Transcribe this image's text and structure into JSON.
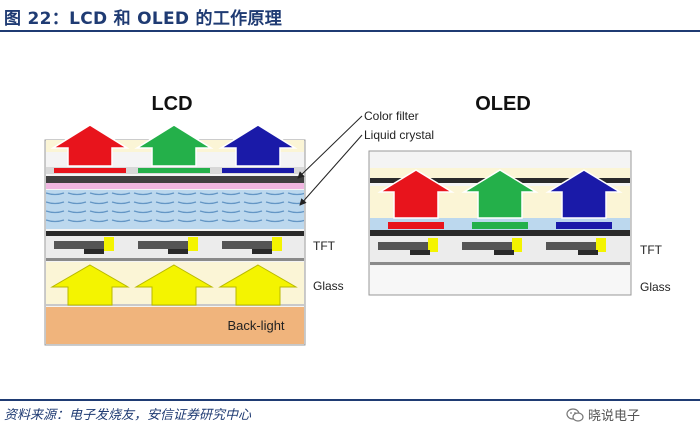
{
  "figure": {
    "title": "图 22：LCD 和 OLED 的工作原理",
    "source": "资料来源：电子发烧友，安信证券研究中心"
  },
  "watermark": {
    "text": "晓说电子",
    "icon": "wechat-icon"
  },
  "lcd": {
    "title": "LCD",
    "labels": {
      "color_filter": "Color filter",
      "liquid_crystal": "Liquid crystal",
      "tft": "TFT",
      "glass": "Glass",
      "backlight": "Back-light"
    }
  },
  "oled": {
    "title": "OLED",
    "labels": {
      "tft": "TFT",
      "glass": "Glass"
    }
  },
  "colors": {
    "red": "#e8141c",
    "green": "#24b04a",
    "blue": "#1a1aa8",
    "yellow": "#f4f400",
    "liquid": "#bcd8ee",
    "backlight": "#f0b47c",
    "panel": "#fbf5d6",
    "frame": "#f2f2f2",
    "pink": "#f0b6e0",
    "accent": "#1f3b73"
  }
}
